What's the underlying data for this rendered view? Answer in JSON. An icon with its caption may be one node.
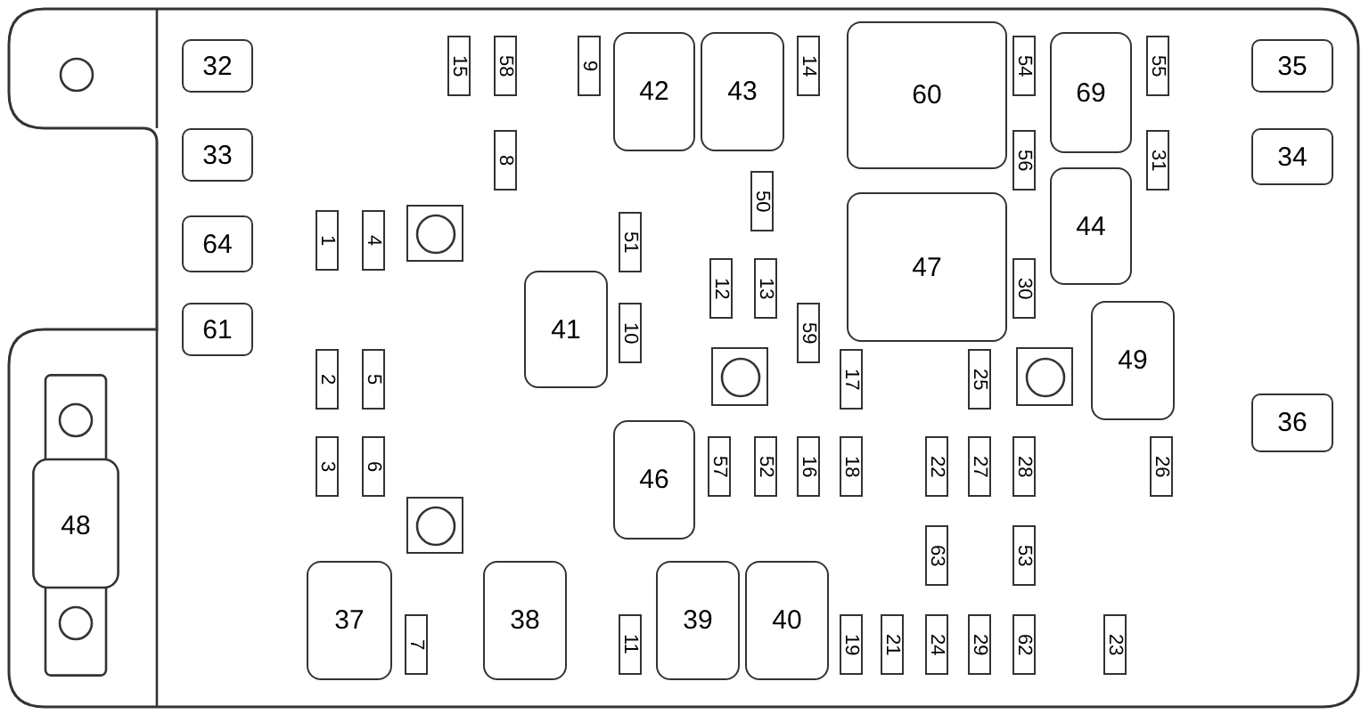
{
  "diagram": {
    "nodes": [
      {
        "text": [
          "32"
        ]
      },
      {
        "text": [
          "15"
        ]
      },
      {
        "text": [
          "58"
        ]
      },
      {
        "text": [
          "9"
        ]
      },
      {
        "text": [
          "42"
        ]
      },
      {
        "text": [
          "43"
        ]
      },
      {
        "text": [
          "14"
        ]
      },
      {
        "text": [
          "60"
        ]
      },
      {
        "text": [
          "54"
        ]
      },
      {
        "text": [
          "69"
        ]
      },
      {
        "text": [
          "55"
        ]
      },
      {
        "text": [
          "35"
        ]
      },
      {
        "text": [
          "33"
        ]
      },
      {
        "text": [
          "8"
        ]
      },
      {
        "text": [
          "56"
        ]
      },
      {
        "text": [
          "31"
        ]
      },
      {
        "text": [
          "34"
        ]
      },
      {
        "text": [
          "50"
        ]
      },
      {
        "text": [
          "64"
        ]
      },
      {
        "text": [
          "1"
        ]
      },
      {
        "text": [
          "4"
        ]
      },
      {
        "text": [],
        "shape": "box"
      },
      {
        "text": [
          "51"
        ]
      },
      {
        "text": [
          "47"
        ]
      },
      {
        "text": [
          "44"
        ]
      },
      {
        "text": [
          "12"
        ]
      },
      {
        "text": [
          "13"
        ]
      },
      {
        "text": [
          "30"
        ]
      },
      {
        "text": [
          "61"
        ]
      },
      {
        "text": [
          "41"
        ]
      },
      {
        "text": [
          "10"
        ]
      },
      {
        "text": [
          "59"
        ]
      },
      {
        "text": [
          "49"
        ]
      },
      {
        "text": [
          "17"
        ]
      },
      {
        "text": [],
        "shape": "box"
      },
      {
        "text": [
          "25"
        ]
      },
      {
        "text": [],
        "shape": "box"
      },
      {
        "text": [
          "2"
        ]
      },
      {
        "text": [
          "5"
        ]
      },
      {
        "text": [
          "36"
        ]
      },
      {
        "text": [
          "3"
        ]
      },
      {
        "text": [
          "6"
        ]
      },
      {
        "text": [
          "46"
        ]
      },
      {
        "text": [
          "57"
        ]
      },
      {
        "text": [
          "52"
        ]
      },
      {
        "text": [
          "16"
        ]
      },
      {
        "text": [
          "18"
        ]
      },
      {
        "text": [
          "22"
        ]
      },
      {
        "text": [
          "27"
        ]
      },
      {
        "text": [
          "28"
        ]
      },
      {
        "text": [
          "26"
        ]
      },
      {
        "text": [
          "48"
        ]
      },
      {
        "text": [],
        "shape": "box"
      },
      {
        "text": [
          "63"
        ]
      },
      {
        "text": [
          "53"
        ]
      },
      {
        "text": [
          "37"
        ]
      },
      {
        "text": [
          "7"
        ]
      },
      {
        "text": [
          "38"
        ]
      },
      {
        "text": [
          "11"
        ]
      },
      {
        "text": [
          "39"
        ]
      },
      {
        "text": [
          "40"
        ]
      },
      {
        "text": [
          "19"
        ]
      },
      {
        "text": [
          "21"
        ]
      },
      {
        "text": [
          "24"
        ]
      },
      {
        "text": [
          "29"
        ]
      },
      {
        "text": [
          "62"
        ]
      },
      {
        "text": [
          "23"
        ]
      }
    ]
  }
}
